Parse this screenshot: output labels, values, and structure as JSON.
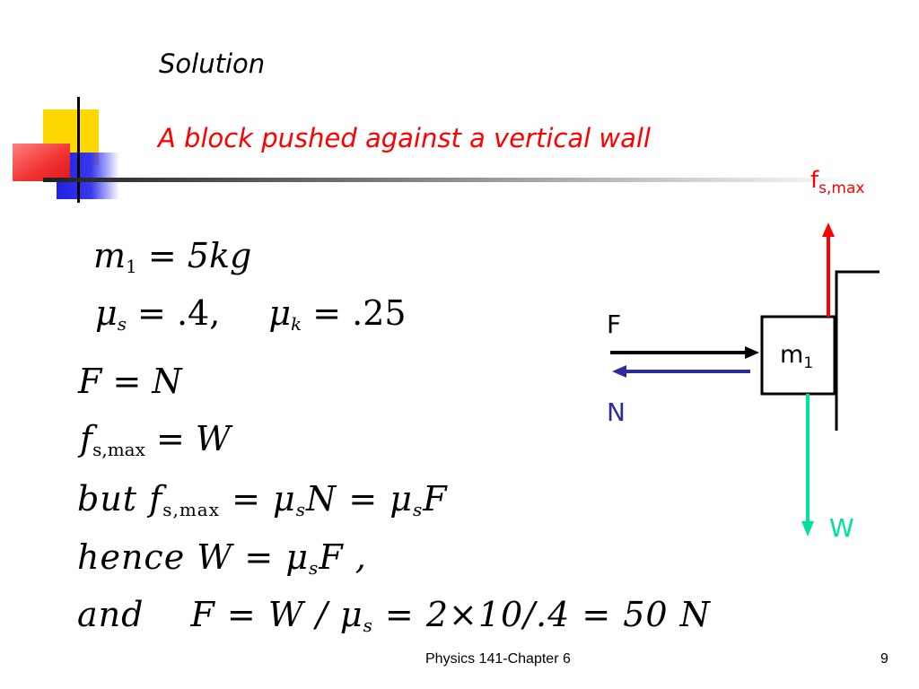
{
  "slide": {
    "heading": "Solution",
    "subtitle": "A block pushed against a vertical wall"
  },
  "equations": {
    "eq1": {
      "m": "m",
      "sub": "1",
      "rest": " = 5kg"
    },
    "eq2": {
      "mu_s": "μ",
      "s": "s",
      "val_s": " = .4,",
      "mu_k": "μ",
      "k": "k",
      "val_k": " = .25"
    },
    "eq3": {
      "text": "F = N"
    },
    "eq4": {
      "f": "f",
      "sub": "s,max",
      "rest": " = W"
    },
    "eq5": {
      "pre": "but  f",
      "sub": "s,max",
      "mid1": " = μ",
      "s1": "s",
      "mid2": "N = μ",
      "s2": "s",
      "post": "F"
    },
    "eq6": {
      "pre": "hence W = μ",
      "s": "s",
      "post": "F ,"
    },
    "eq7": {
      "and": "and",
      "pre": "F = W / μ",
      "s": "s",
      "post": " = 2×10/.4 = 50 N"
    }
  },
  "diagram": {
    "friction_label": "f",
    "friction_sub": "s,max",
    "block_label": "m",
    "block_sub": "1",
    "force_label": "F",
    "normal_label": "N",
    "weight_label": "W",
    "colors": {
      "friction": "#ff0000",
      "force": "#000000",
      "normal": "#2b2b9a",
      "weight": "#00e0a0"
    }
  },
  "footer": {
    "course": "Physics 141-Chapter 6",
    "page": "9"
  }
}
